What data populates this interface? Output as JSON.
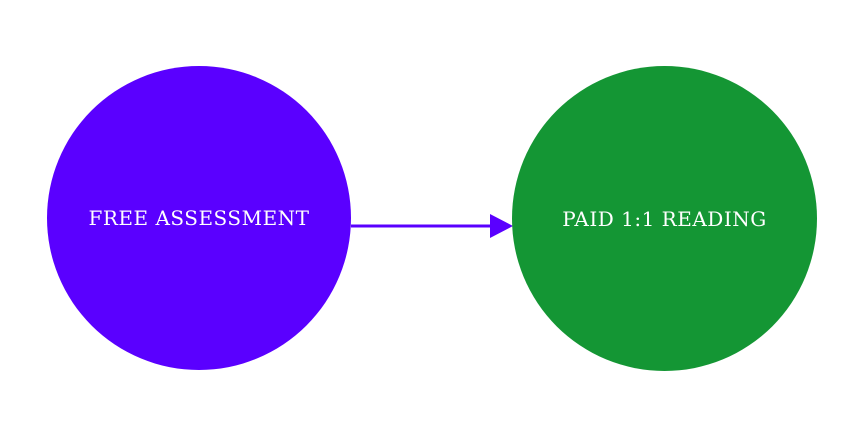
{
  "diagram": {
    "nodes": [
      {
        "id": "free",
        "label": "FREE ASSESSMENT",
        "color": "#5a00ff"
      },
      {
        "id": "paid",
        "label": "PAID 1:1 READING",
        "color": "#149634"
      }
    ],
    "edges": [
      {
        "from": "free",
        "to": "paid",
        "color": "#5a00ff"
      }
    ]
  }
}
